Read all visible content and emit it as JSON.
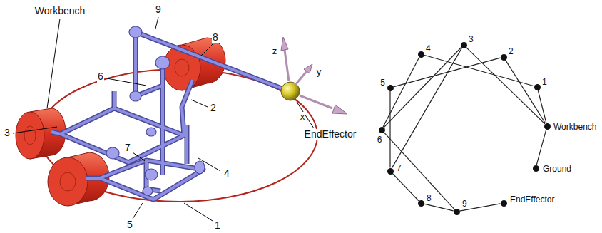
{
  "diagram": {
    "nodes": [
      {
        "text": [
          "3"
        ]
      },
      {
        "text": [
          "4"
        ]
      },
      {
        "text": [
          "2"
        ]
      },
      {
        "text": [
          "1"
        ]
      },
      {
        "text": [
          "5"
        ]
      },
      {
        "text": [
          "Workbench"
        ]
      },
      {
        "text": [
          "6"
        ]
      },
      {
        "text": [
          "Ground"
        ]
      },
      {
        "text": [
          "7"
        ]
      },
      {
        "text": [
          "8"
        ]
      },
      {
        "text": [
          "9"
        ]
      },
      {
        "text": [
          "EndEffector"
        ]
      }
    ],
    "edges": [
      {
        "from": 5,
        "to": 3,
        "arrow": "none"
      },
      {
        "from": 5,
        "to": 2,
        "arrow": "none"
      },
      {
        "from": 5,
        "to": 0,
        "arrow": "none"
      },
      {
        "from": 5,
        "to": 7,
        "arrow": "none"
      },
      {
        "from": 3,
        "to": 1,
        "arrow": "none"
      },
      {
        "from": 2,
        "to": 4,
        "arrow": "none"
      },
      {
        "from": 0,
        "to": 6,
        "arrow": "none"
      },
      {
        "from": 0,
        "to": 8,
        "arrow": "none"
      },
      {
        "from": 1,
        "to": 6,
        "arrow": "none"
      },
      {
        "from": 4,
        "to": 8,
        "arrow": "none"
      },
      {
        "from": 6,
        "to": 10,
        "arrow": "none"
      },
      {
        "from": 8,
        "to": 9,
        "arrow": "none"
      },
      {
        "from": 9,
        "to": 10,
        "arrow": "none"
      },
      {
        "from": 10,
        "to": 11,
        "arrow": "none"
      }
    ],
    "labels": [
      "Workbench",
      "9",
      "8",
      "6",
      "3",
      "7",
      "4",
      "2",
      "EndEffector",
      "z",
      "y",
      "x",
      "5",
      "1"
    ]
  }
}
